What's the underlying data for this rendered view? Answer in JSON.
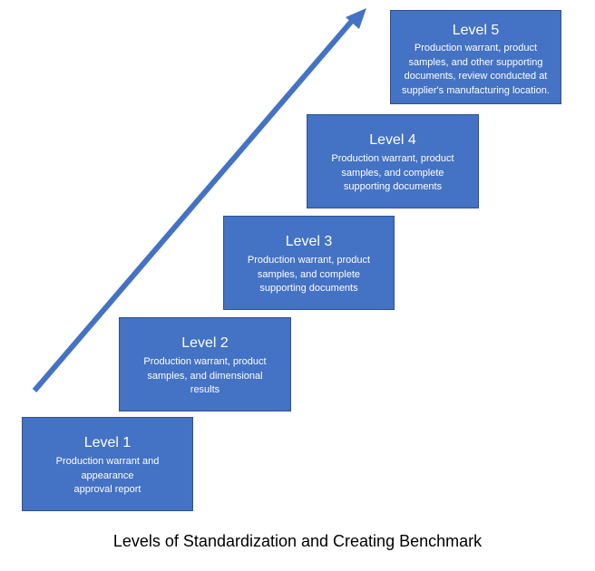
{
  "colors": {
    "box_fill": "#4472c4",
    "box_border": "#2f528f",
    "arrow": "#4472c4",
    "text_on_box": "#ffffff",
    "caption": "#000000"
  },
  "levels": [
    {
      "title": "Level 1",
      "description": "Production warrant and\nappearance\napproval report"
    },
    {
      "title": "Level 2",
      "description": "Production warrant, product\nsamples, and dimensional\nresults"
    },
    {
      "title": "Level 3",
      "description": "Production warrant, product\nsamples, and complete\nsupporting documents"
    },
    {
      "title": "Level 4",
      "description": "Production warrant, product\nsamples, and complete\nsupporting documents"
    },
    {
      "title": "Level 5",
      "description": "Production warrant, product\nsamples, and other supporting\ndocuments, review conducted at\nsupplier's manufacturing location."
    }
  ],
  "caption": "Levels of Standardization and Creating Benchmark"
}
